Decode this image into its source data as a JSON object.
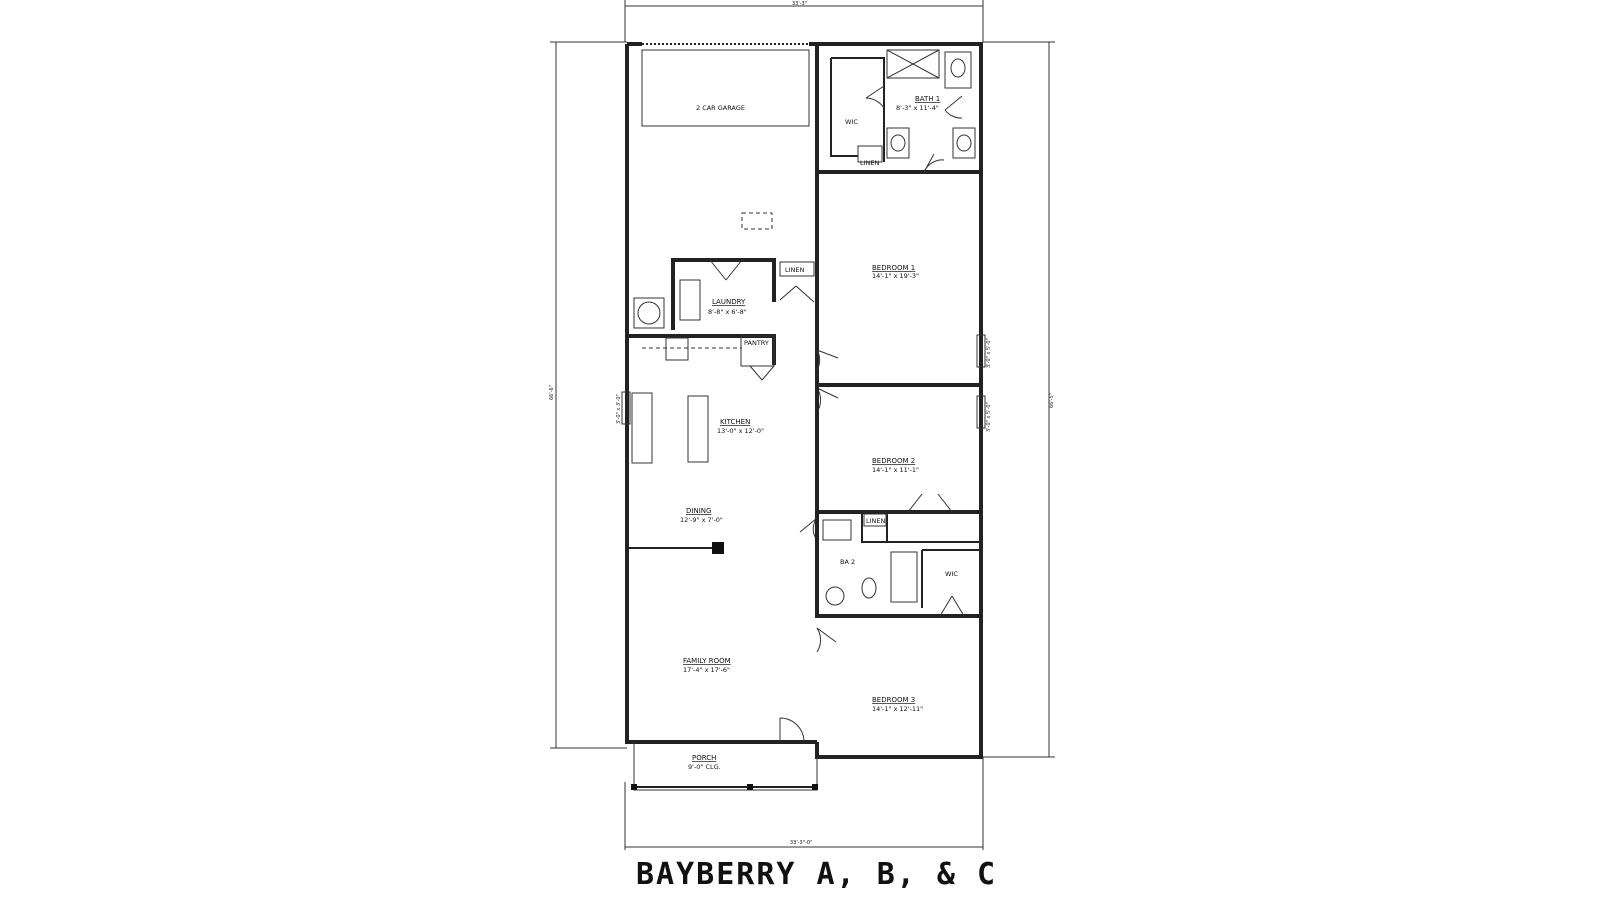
{
  "title": "BAYBERRY A, B, & C",
  "dimensions": {
    "top": "33'-3\"",
    "bottom": "33'-3\"-0\"",
    "left": "66'-6\"",
    "right": "66'-5\""
  },
  "rooms": {
    "garage": {
      "name": "2 CAR GARAGE"
    },
    "bath1": {
      "name": "BATH 1",
      "size": "8'-3\" x 11'-4\""
    },
    "wic1": {
      "name": "WIC"
    },
    "linen1": {
      "name": "LINEN"
    },
    "bedroom1": {
      "name": "BEDROOM 1",
      "size": "14'-1\" x 19'-3\""
    },
    "laundry": {
      "name": "LAUNDRY",
      "size": "8'-8\" x 6'-8\""
    },
    "linen2": {
      "name": "LINEN"
    },
    "pantry": {
      "name": "PANTRY"
    },
    "kitchen": {
      "name": "KITCHEN",
      "size": "13'-0\" x 12'-0\""
    },
    "bedroom2": {
      "name": "BEDROOM 2",
      "size": "14'-1\" x 11'-1\""
    },
    "dining": {
      "name": "DINING",
      "size": "12'-9\" x 7'-0\""
    },
    "linen3": {
      "name": "LINEN"
    },
    "ba2": {
      "name": "BA 2"
    },
    "wic2": {
      "name": "WIC"
    },
    "family": {
      "name": "FAMILY ROOM",
      "size": "17'-4\" x 17'-6\""
    },
    "bedroom3": {
      "name": "BEDROOM 3",
      "size": "14'-1\" x 12'-11\""
    },
    "porch": {
      "name": "PORCH",
      "size": "9'-0\" CLG."
    }
  },
  "windows": {
    "kitchen": "3'-0\" x 3'-0\"",
    "bedroom1": "3'-0\" x 5'-0\"",
    "bedroom2": "3'-0\" x 5'-0\""
  }
}
